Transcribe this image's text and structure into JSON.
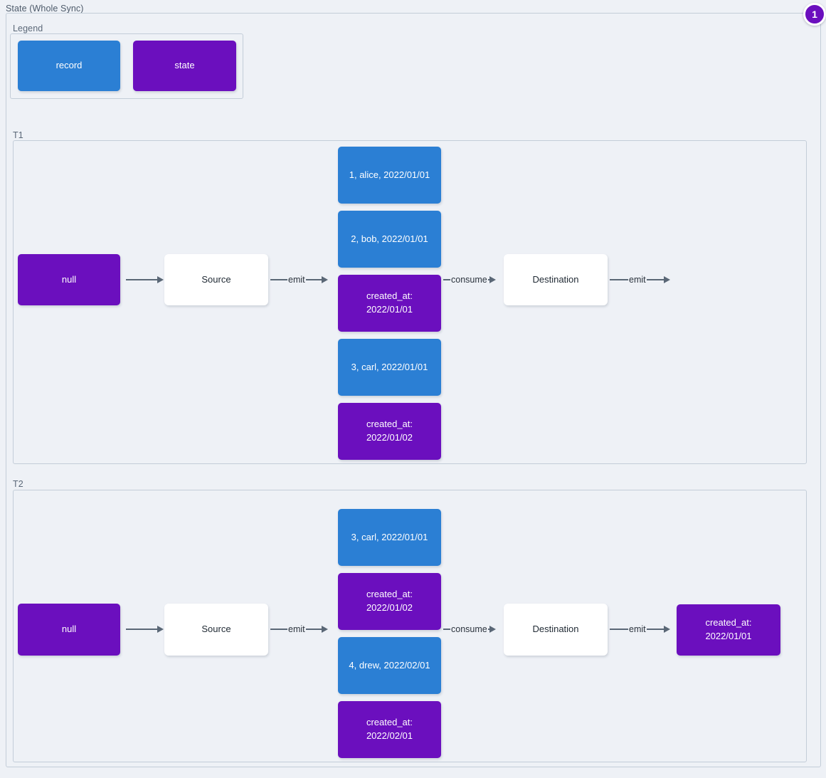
{
  "diagram": {
    "title": "State (Whole Sync)",
    "badge": "1",
    "colors": {
      "record": "#2b7fd4",
      "state": "#6b0fbe",
      "edge": "#5a6776",
      "background": "#eef1f6",
      "frame_border": "#c3cdd8"
    }
  },
  "legend": {
    "label": "Legend",
    "items": [
      {
        "label": "record",
        "kind": "record"
      },
      {
        "label": "state",
        "kind": "state"
      }
    ]
  },
  "groups": [
    {
      "label": "T1",
      "nodes": {
        "initial_state": "null",
        "source": "Source",
        "destination": "Destination",
        "stream": [
          {
            "label": "1, alice, 2022/01/01",
            "kind": "record"
          },
          {
            "label": "2, bob, 2022/01/01",
            "kind": "record"
          },
          {
            "label": "created_at:\n2022/01/01",
            "kind": "state"
          },
          {
            "label": "3, carl, 2022/01/01",
            "kind": "record"
          },
          {
            "label": "created_at:\n2022/01/02",
            "kind": "state"
          }
        ],
        "final_state": null
      },
      "edges": [
        {
          "label": ""
        },
        {
          "label": "emit"
        },
        {
          "label": "consume"
        },
        {
          "label": "emit"
        }
      ]
    },
    {
      "label": "T2",
      "nodes": {
        "initial_state": "null",
        "source": "Source",
        "destination": "Destination",
        "stream": [
          {
            "label": "3, carl, 2022/01/01",
            "kind": "record"
          },
          {
            "label": "created_at:\n2022/01/02",
            "kind": "state"
          },
          {
            "label": "4, drew, 2022/02/01",
            "kind": "record"
          },
          {
            "label": "created_at:\n2022/02/01",
            "kind": "state"
          }
        ],
        "final_state": "created_at:\n2022/01/01"
      },
      "edges": [
        {
          "label": ""
        },
        {
          "label": "emit"
        },
        {
          "label": "consume"
        },
        {
          "label": "emit"
        }
      ]
    }
  ]
}
